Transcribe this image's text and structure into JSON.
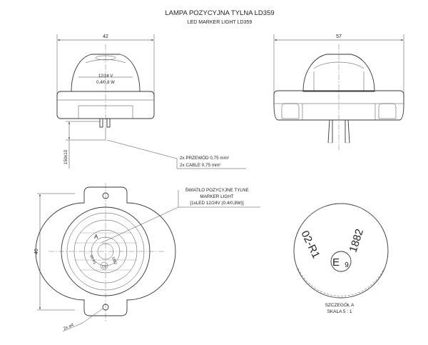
{
  "title": {
    "main": "LAMPA POZYCYJNA TYLNA LD359",
    "sub": "LED MARKER LIGHT LD359"
  },
  "dimensions": {
    "front_width": "42",
    "side_width": "57",
    "cable_length": "150±10",
    "plan_height": "40",
    "holes": "2x ⌀4"
  },
  "lamp_marking": {
    "voltage": "12/24 V",
    "power": "0,4/0,8 W"
  },
  "cable_callout": {
    "line1": "2x PRZEWÓD 0,75 mm²",
    "line2": "2x CABLE 0,75 mm²"
  },
  "light_callout": {
    "line1": "ŚWIATŁO POZYCYJNE TYLNE",
    "line2": "MARKER LIGHT",
    "line3": "[1xLED 12/24V (0,4/0,8W)]"
  },
  "approval_marking": {
    "code": "02-R1",
    "mark": "E9",
    "number": "1882",
    "e_letter": "E",
    "e_number": "9"
  },
  "detail": {
    "label": "SZCZEGÓŁ A",
    "scale": "SKALA 5 : 1",
    "view_letter": "A"
  }
}
